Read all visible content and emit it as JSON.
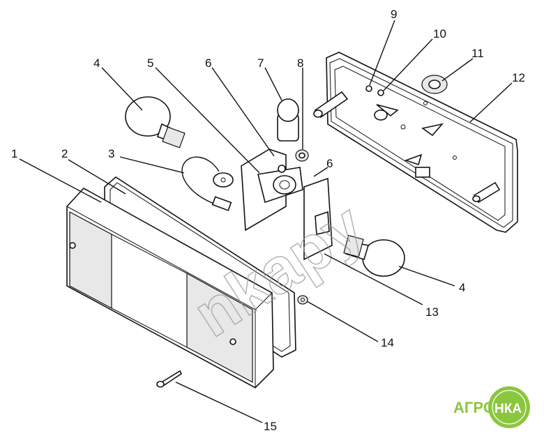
{
  "callouts": {
    "c1": "1",
    "c2": "2",
    "c3": "3",
    "c4a": "4",
    "c4b": "4",
    "c5": "5",
    "c6a": "6",
    "c6b": "6",
    "c7": "7",
    "c8": "8",
    "c9": "9",
    "c10": "10",
    "c11": "11",
    "c12": "12",
    "c13": "13",
    "c14": "14",
    "c15": "15"
  },
  "watermark": {
    "text": "nkapy"
  },
  "logo": {
    "left": "АГРО",
    "right": "НКА",
    "green": "#8cc63f",
    "dark_green": "#4e9a2a"
  }
}
